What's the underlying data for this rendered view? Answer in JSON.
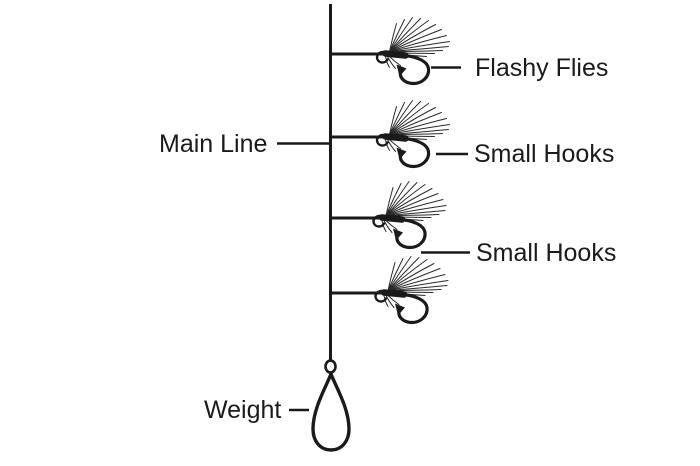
{
  "diagram": {
    "description": "Fishing rig diagram",
    "fly_count": 4,
    "colors": {
      "ink": "#1a1a1a",
      "feather": "#2a2a2a",
      "background": "#ffffff"
    }
  },
  "labels": {
    "flashy_flies": "Flashy Flies",
    "small_hooks_upper": "Small Hooks",
    "small_hooks_lower": "Small Hooks",
    "main_line": "Main Line",
    "weight": "Weight"
  },
  "icons": {
    "fly": "fly-hook-with-feathers",
    "weight": "teardrop-sinker-weight",
    "connector": "loop-knot-eye"
  }
}
